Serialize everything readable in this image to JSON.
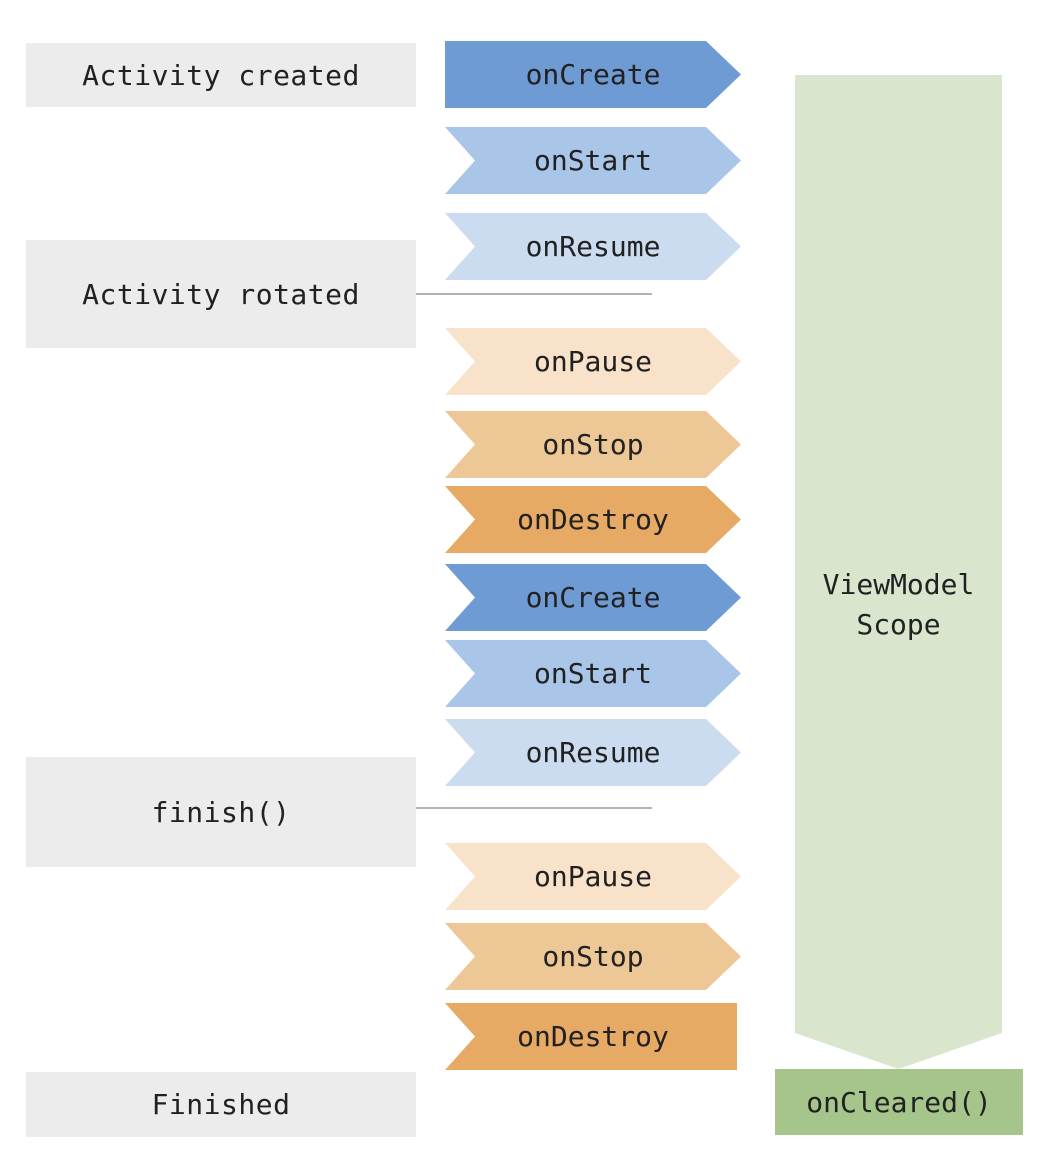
{
  "diagram": {
    "states": [
      {
        "label": "Activity created"
      },
      {
        "label": "Activity rotated"
      },
      {
        "label": "finish()"
      },
      {
        "label": "Finished"
      }
    ],
    "arrows": [
      {
        "label": "onCreate",
        "color": "#6f9bd5",
        "shape": "flat-left"
      },
      {
        "label": "onStart",
        "color": "#a9c6e8",
        "shape": "chevron"
      },
      {
        "label": "onResume",
        "color": "#cbdcf0",
        "shape": "chevron"
      },
      {
        "label": "onPause",
        "color": "#f8e3ca",
        "shape": "chevron"
      },
      {
        "label": "onStop",
        "color": "#eec797",
        "shape": "chevron"
      },
      {
        "label": "onDestroy",
        "color": "#e6aa64",
        "shape": "chevron"
      },
      {
        "label": "onCreate",
        "color": "#6f9bd5",
        "shape": "chevron"
      },
      {
        "label": "onStart",
        "color": "#a9c6e8",
        "shape": "chevron"
      },
      {
        "label": "onResume",
        "color": "#cbdcf0",
        "shape": "chevron"
      },
      {
        "label": "onPause",
        "color": "#f8e3ca",
        "shape": "chevron"
      },
      {
        "label": "onStop",
        "color": "#eec797",
        "shape": "chevron"
      },
      {
        "label": "onDestroy",
        "color": "#e6aa64",
        "shape": "flat-right"
      }
    ],
    "scope": {
      "label": "ViewModel Scope",
      "color": "#d9e5cc"
    },
    "cleared": {
      "label": "onCleared()",
      "color": "#a5c58b"
    }
  }
}
